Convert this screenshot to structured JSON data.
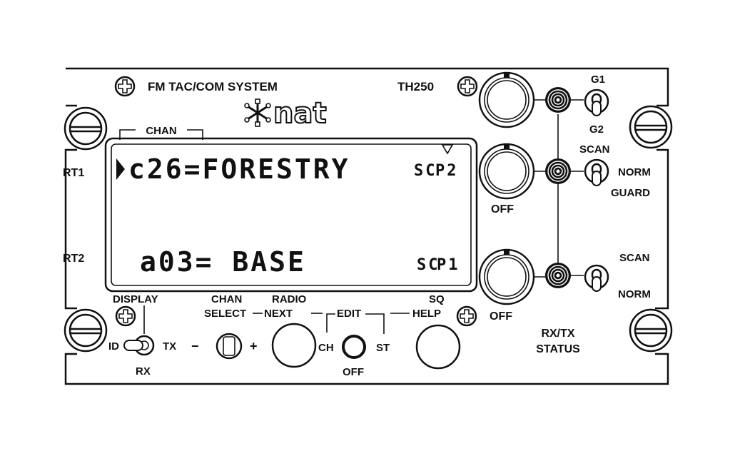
{
  "panel": {
    "title": "FM TAC/COM SYSTEM",
    "model": "TH250",
    "brand": "nat"
  },
  "display": {
    "bracket_label": "CHAN",
    "rows": [
      {
        "side_label": "RT1",
        "selected": true,
        "text": "c26=FORESTRY",
        "status_left": "SC",
        "status_right": "P2"
      },
      {
        "side_label": "RT2",
        "selected": false,
        "text": "a03= BASE",
        "status_left": "SC",
        "status_right": "P1"
      }
    ]
  },
  "knobs": [
    {
      "id": "knob-1",
      "label": ""
    },
    {
      "id": "knob-2",
      "label": "OFF"
    },
    {
      "id": "knob-3",
      "label": "OFF"
    }
  ],
  "toggles": [
    {
      "id": "toggle-g",
      "top": "G1",
      "bottom": "G2",
      "side": ""
    },
    {
      "id": "toggle-scan-rt1",
      "top": "SCAN",
      "side": "NORM",
      "bottom": "GUARD"
    },
    {
      "id": "toggle-scan-rt2",
      "top": "SCAN",
      "side": "",
      "bottom": "NORM"
    }
  ],
  "bottom_controls": {
    "display_switch": {
      "title": "DISPLAY",
      "left": "ID",
      "right": "TX",
      "bottom": "RX"
    },
    "chan_select": {
      "top": "CHAN",
      "label": "SELECT",
      "minus": "−",
      "plus": "+"
    },
    "radio_next": {
      "top": "RADIO",
      "label": "NEXT"
    },
    "edit": {
      "label": "EDIT",
      "left": "CH",
      "right": "ST",
      "bottom": "OFF"
    },
    "sq_help": {
      "top": "SQ",
      "label": "HELP"
    },
    "status": {
      "line1": "RX/TX",
      "line2": "STATUS"
    }
  },
  "indicator": {
    "icon": "triangle-down-icon"
  },
  "colors": {
    "ink": "#111111",
    "paper": "#ffffff"
  }
}
